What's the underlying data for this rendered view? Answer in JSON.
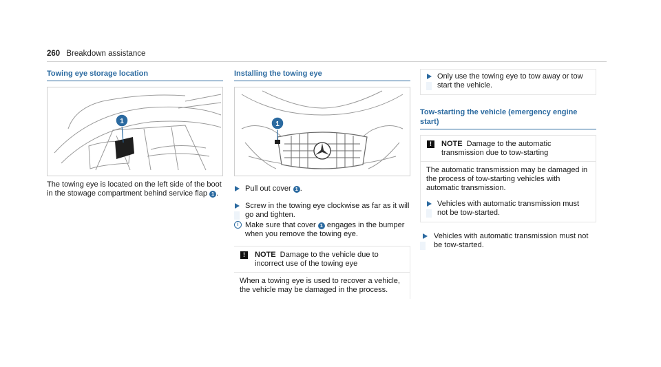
{
  "header": {
    "page_number": "260",
    "title": "Breakdown assistance"
  },
  "col1": {
    "title": "Towing eye storage location",
    "figure_callout": "1",
    "body_pre": "The towing eye is located on the left side of the boot in the stowage compartment behind service flap",
    "body_badge": "1",
    "body_post": "."
  },
  "col2": {
    "title": "Installing the towing eye",
    "figure_callout": "1",
    "step1_pre": "Pull out cover",
    "step1_badge": "1",
    "step1_post": ".",
    "step2": "Screw in the towing eye clockwise as far as it will go and tighten.",
    "info_pre": "Make sure that cover",
    "info_badge": "1",
    "info_post": "engages in the bumper when you remove the towing eye.",
    "notice_keyword": "NOTE",
    "notice_title": "Damage to the vehicle due to incorrect use of the towing eye",
    "notice_body": "When a towing eye is used to recover a vehicle, the vehicle may be damaged in the process."
  },
  "col3": {
    "step_top": "Only use the towing eye to tow away or tow start the vehicle.",
    "title": "Tow-starting the vehicle (emergency engine start)",
    "notice_keyword": "NOTE",
    "notice_title": "Damage to the automatic transmission due to tow-starting",
    "notice_body": "The automatic transmission may be damaged in the process of tow-starting vehicles with automatic transmission.",
    "notice_step": "Vehicles with automatic transmission must not be tow-started.",
    "step_bottom": "Vehicles with automatic transmission must not be tow-started."
  },
  "icons": {
    "warning": "!",
    "info": "i"
  },
  "colors": {
    "accent": "#2b6aa0"
  }
}
